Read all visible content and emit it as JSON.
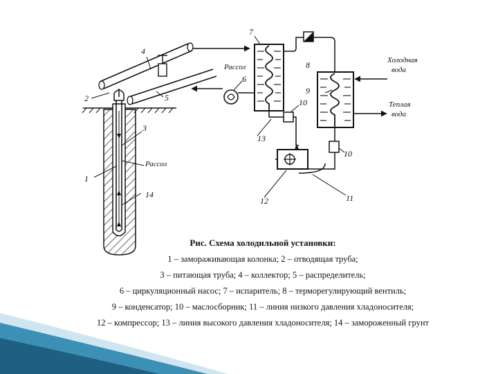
{
  "labels": {
    "n1": "1",
    "n2": "2",
    "n3": "3",
    "n4": "4",
    "n5": "5",
    "n6": "6",
    "n7": "7",
    "n8": "8",
    "n9": "9",
    "n10a": "10",
    "n10b": "10",
    "n11": "11",
    "n12": "12",
    "n13": "13",
    "n14": "14",
    "brine_top": "Рассол",
    "brine_left": "Рассол",
    "cold_water_1": "Холодная",
    "cold_water_2": "вода",
    "warm_water_1": "Теплая",
    "warm_water_2": "вода"
  },
  "caption": {
    "title": "Рис. Схема холодильной установки:",
    "lines": [
      "1 – замораживающая колонка; 2 – отводящая труба;",
      "3 – питающая труба; 4 – коллектор; 5 – распределитель;",
      "6 – циркуляционный насос; 7 – испаритель; 8 – терморегулирующий вентиль;",
      "9 – конденсатор; 10 – маслосборник; 11 – линия низкого давления хладоносителя;",
      "12 – компрессор; 13 – линия высокого давления хладоносителя; 14 – замороженный грунт"
    ]
  },
  "colors": {
    "accent_dark": "#1f5f82",
    "accent_mid": "#3c8fb5",
    "accent_light": "#a9d3e6",
    "line": "#111111"
  }
}
